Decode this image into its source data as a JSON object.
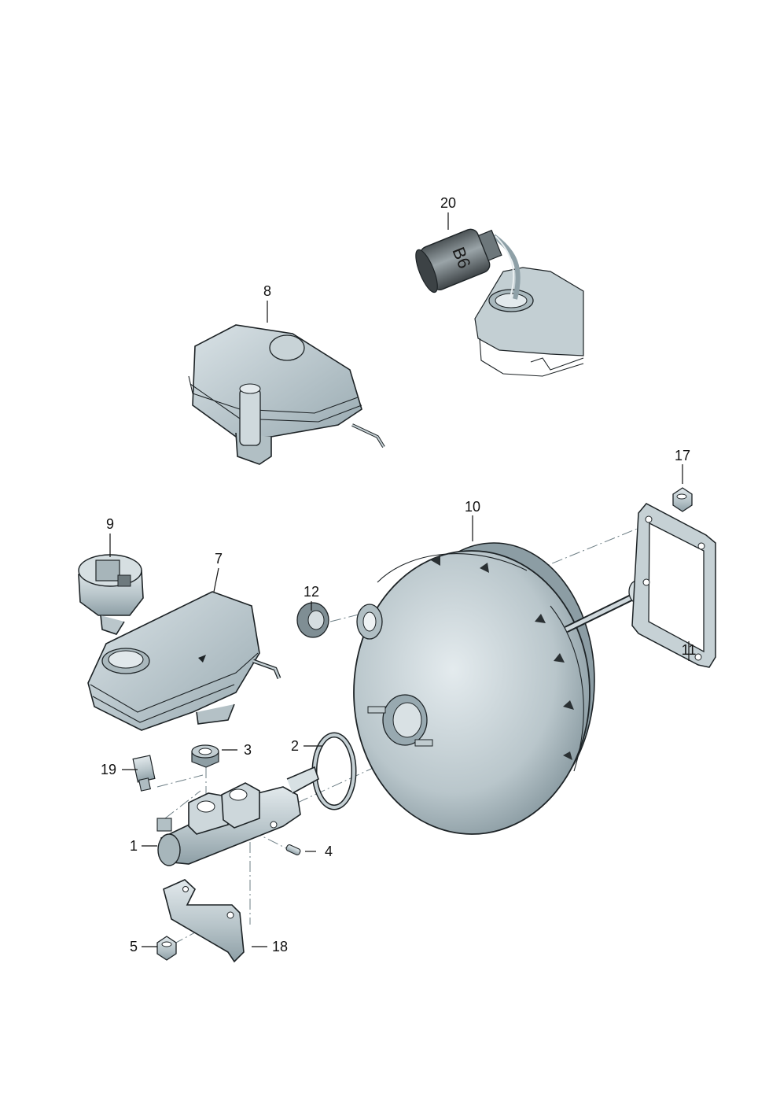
{
  "diagram": {
    "parts": [
      {
        "id": "part-1",
        "label": "1"
      },
      {
        "id": "part-2",
        "label": "2"
      },
      {
        "id": "part-3",
        "label": "3"
      },
      {
        "id": "part-4",
        "label": "4"
      },
      {
        "id": "part-5",
        "label": "5"
      },
      {
        "id": "part-7",
        "label": "7"
      },
      {
        "id": "part-8",
        "label": "8"
      },
      {
        "id": "part-9",
        "label": "9"
      },
      {
        "id": "part-10",
        "label": "10"
      },
      {
        "id": "part-11",
        "label": "11"
      },
      {
        "id": "part-12",
        "label": "12"
      },
      {
        "id": "part-17",
        "label": "17"
      },
      {
        "id": "part-18",
        "label": "18"
      },
      {
        "id": "part-19",
        "label": "19"
      },
      {
        "id": "part-20",
        "label": "20"
      }
    ],
    "fluid_can_marking": "B6",
    "colors": {
      "part_fill": "#bcc8cd",
      "part_shade": "#93a4ab",
      "part_light": "#dde5e8",
      "outline": "#1d2326",
      "dash_line": "#6e7f86",
      "label_text": "#111111"
    }
  }
}
